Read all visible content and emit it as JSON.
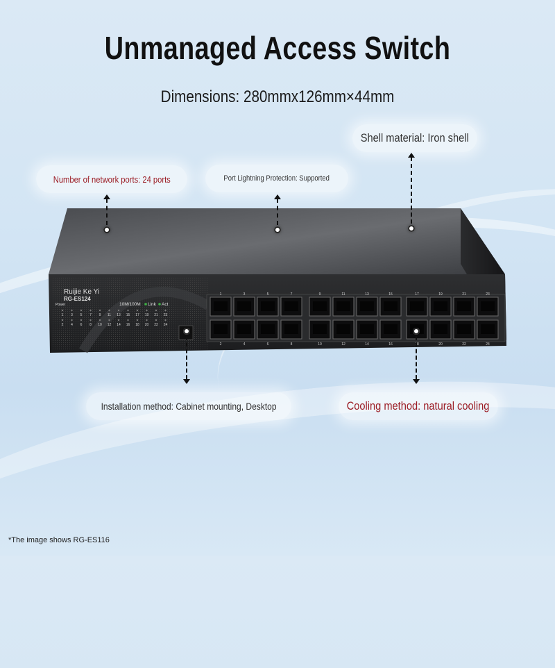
{
  "title": "Unmanaged Access Switch",
  "dimensions": "Dimensions: 280mmx126mm×44mm",
  "callouts": {
    "shell": "Shell material: Iron shell",
    "ports": "Number of network ports: 24 ports",
    "lightning": "Port Lightning Protection: Supported",
    "installation": "Installation method: Cabinet mounting, Desktop",
    "cooling": "Cooling method: natural cooling"
  },
  "device": {
    "brand": "Ruijie Ke Yi",
    "model": "RG-ES124",
    "power_label": "Power",
    "speed_label": "10M/100M",
    "link_label": "Link",
    "act_label": "Act",
    "led_numbers_top": [
      "1",
      "3",
      "5",
      "7",
      "9",
      "11",
      "13",
      "15",
      "17",
      "19",
      "21",
      "23"
    ],
    "led_numbers_bottom": [
      "2",
      "4",
      "6",
      "8",
      "10",
      "12",
      "14",
      "16",
      "18",
      "20",
      "22",
      "24"
    ],
    "port_numbers_top": [
      "1",
      "3",
      "5",
      "7",
      "9",
      "11",
      "13",
      "15",
      "17",
      "19",
      "21",
      "23"
    ],
    "port_numbers_bottom": [
      "2",
      "4",
      "6",
      "8",
      "10",
      "12",
      "14",
      "16",
      "18",
      "20",
      "22",
      "24"
    ]
  },
  "footnote": "*The image shows RG-ES116",
  "colors": {
    "callout_text": "#9b1c24",
    "link_led": "#3cb043",
    "title": "#111111"
  }
}
